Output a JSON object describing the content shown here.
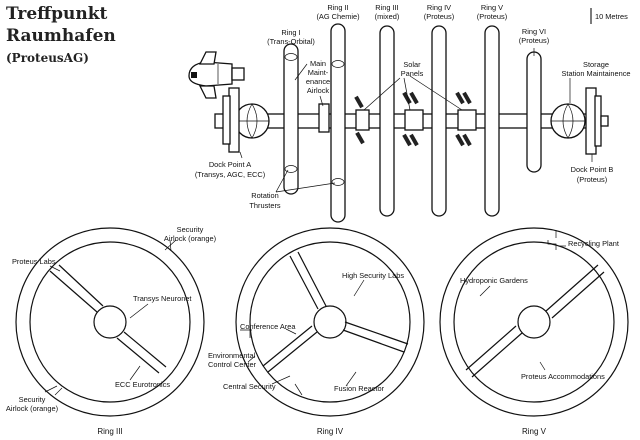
{
  "title": {
    "line1": "Treffpunkt",
    "line2": "Raumhafen",
    "line3": "(ProteusAG)"
  },
  "scale": {
    "label": "10 Metres"
  },
  "station": {
    "rings": [
      {
        "line1": "Ring I",
        "line2": "(Trans-Orbital)"
      },
      {
        "line1": "Ring II",
        "line2": "(AG Chemie)"
      },
      {
        "line1": "Ring III",
        "line2": "(mixed)"
      },
      {
        "line1": "Ring IV",
        "line2": "(Proteus)"
      },
      {
        "line1": "Ring V",
        "line2": "(Proteus)"
      },
      {
        "line1": "Ring VI",
        "line2": "(Proteus)"
      }
    ],
    "airlock": {
      "line1": "Main",
      "line2": "Maint-",
      "line3": "enance",
      "line4": "Airlock"
    },
    "solar": {
      "line1": "Solar",
      "line2": "Panels"
    },
    "storage": {
      "line1": "Storage",
      "line2": "Station Maintainence"
    },
    "dock_a": {
      "line1": "Dock Point A",
      "line2": "(Transys, AGC, ECC)"
    },
    "dock_b": {
      "line1": "Dock Point B",
      "line2": "(Proteus)"
    },
    "thrusters": {
      "line1": "Rotation",
      "line2": "Thrusters"
    }
  },
  "ring_details": {
    "ring3": {
      "caption": "Ring III",
      "security_airlock_top": {
        "line1": "Security",
        "line2": "Airlock (orange)"
      },
      "proteus_labs": "Proteus Labs",
      "transys": "Transys Neuronet",
      "ecc": "ECC Eurotronics",
      "security_airlock_bottom": {
        "line1": "Security",
        "line2": "Airlock (orange)"
      }
    },
    "ring4": {
      "caption": "Ring IV",
      "high_security": "High Security Labs",
      "conference": "Conference Area",
      "environmental": {
        "line1": "Environmental",
        "line2": "Control Center"
      },
      "central_security": "Central Security",
      "fusion": "Fusion Reactor"
    },
    "ring5": {
      "caption": "Ring V",
      "recycling": "Recycling Plant",
      "hydroponic": "Hydroponic Gardens",
      "accommodations": "Proteus Accommodations"
    }
  }
}
